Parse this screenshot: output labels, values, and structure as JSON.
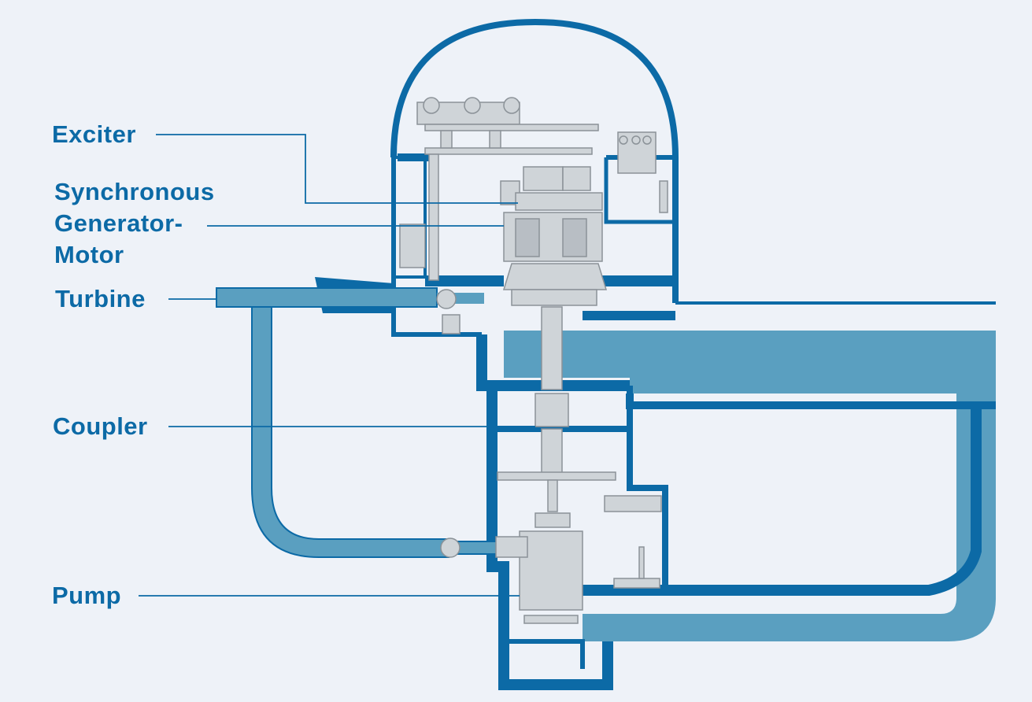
{
  "colors": {
    "background": "#eef2f8",
    "structure": "#0c6aa6",
    "water": "#5a9fc0",
    "water_light": "#7ab4d0",
    "machinery": "#cfd4d8",
    "machinery_edge": "#8b9298",
    "label": "#0c6aa6"
  },
  "labels": {
    "exciter": "Exciter",
    "generator_line1": "Synchronous",
    "generator_line2": "Generator-",
    "generator_line3": "Motor",
    "turbine": "Turbine",
    "coupler": "Coupler",
    "pump": "Pump"
  },
  "icons": {
    "diagram": "pumped-storage-cross-section"
  }
}
